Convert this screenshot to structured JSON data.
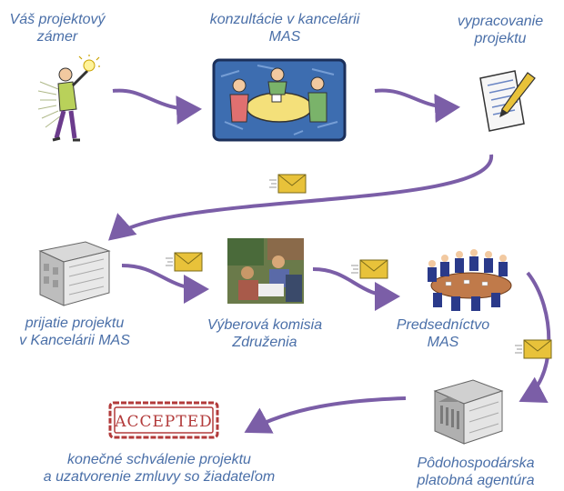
{
  "steps": {
    "s1": {
      "line1": "Váš projektový",
      "line2": "zámer"
    },
    "s2": {
      "line1": "konzultácie v kancelárii",
      "line2": "MAS"
    },
    "s3": {
      "line1": "vypracovanie",
      "line2": "projektu"
    },
    "s4": {
      "line1": "prijatie projektu",
      "line2": "v Kancelárii MAS"
    },
    "s5": {
      "line1": "Výberová komisia",
      "line2": "Združenia"
    },
    "s6": {
      "line1": "Predsedníctvo",
      "line2": "MAS"
    },
    "s7": {
      "line1": "Pôdohospodárska",
      "line2": "platobná agentúra"
    },
    "s8": {
      "line1": "konečné schválenie projektu",
      "line2": "a uzatvorenie zmluvy so žiadateľom"
    }
  },
  "stamp": {
    "text": "ACCEPTED"
  },
  "colors": {
    "label": "#4a6fa8",
    "arrow": "#7b5ea7",
    "envelope": "#e8c23a"
  },
  "icons": [
    "idea-person-icon",
    "meeting-icon",
    "document-pen-icon",
    "office-building-icon",
    "committee-photo-icon",
    "board-meeting-icon",
    "bank-building-icon",
    "accepted-stamp-icon",
    "envelope-icon"
  ]
}
